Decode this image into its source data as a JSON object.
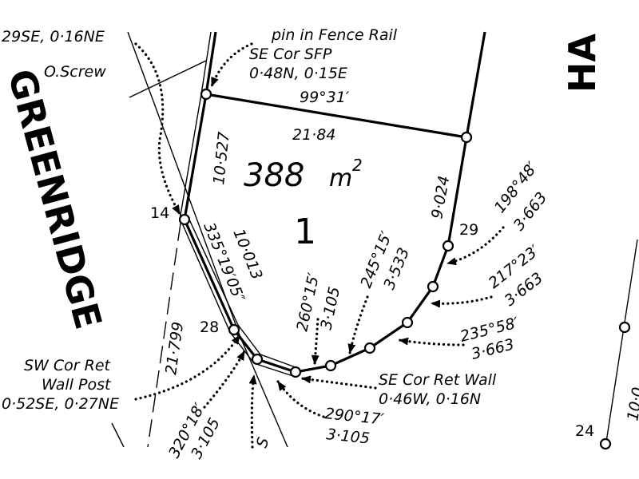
{
  "plan": {
    "street": "GREENRIDGE",
    "street_right_fragment": "HA",
    "lot": {
      "number": "1",
      "area_value": "388",
      "area_unit": "m",
      "area_sup": "2"
    },
    "bearings": {
      "top_edge": "99°31′",
      "west_curve": "335°19′05″",
      "arc_1": "198°48′",
      "arc_2": "217°23′",
      "arc_3": "235°58′",
      "arc_4": "245°15′",
      "arc_5": "260°15′",
      "arc_6": "290°17′",
      "arc_7": "320°18′"
    },
    "distances": {
      "top_edge": "21·84",
      "east_edge": "9·024",
      "west_line": "10·527",
      "west_curve": "10·013",
      "street_frontage": "21·799",
      "arc_1": "3·663",
      "arc_2": "3·663",
      "arc_3": "3·663",
      "arc_4": "3·533",
      "arc_5": "3·105",
      "arc_6": "3·105",
      "arc_7": "3·105",
      "right_partial": "10·0"
    },
    "station_numbers": {
      "s14": "14",
      "s28": "28",
      "s29": "29",
      "s24": "24"
    },
    "notes": {
      "top_left_offsets": "29SE, 0·16NE",
      "top_left_screw": "O.Screw",
      "fence_rail": "pin in Fence Rail",
      "se_cor_sfp": "SE Cor SFP",
      "se_cor_sfp_offsets": "0·48N, 0·15E",
      "sw_cor_title": "SW Cor Ret",
      "sw_cor_sub": "Wall Post",
      "sw_cor_offsets": "0·52SE, 0·27NE",
      "se_cor_ret_wall": "SE Cor Ret Wall",
      "se_cor_ret_offsets": "0·46W, 0·16N",
      "bottom_fragment": "S"
    }
  }
}
